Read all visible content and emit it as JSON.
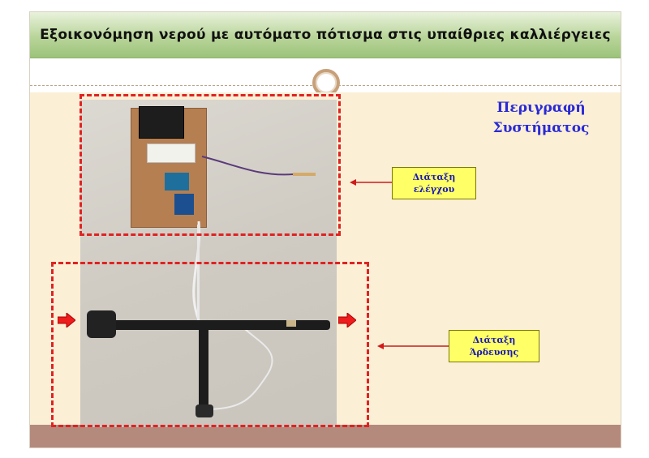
{
  "slide": {
    "title": "Εξοικονόμηση νερού με αυτόματο πότισμα στις υπαίθριες καλλιέργειες",
    "heading_line1": "Περιγραφή",
    "heading_line2": "Συστήματος"
  },
  "labels": {
    "control_line1": "Διάταξη",
    "control_line2": "ελέγχου",
    "irrigation_line1": "Διάταξη",
    "irrigation_line2": "Άρδευσης"
  },
  "colors": {
    "title_bar": "#9cc37a",
    "background": "#fbefd6",
    "bottom_bar": "#b48a7d",
    "heading_text": "#2a2ad6",
    "dashed_box": "#e02222",
    "label_fill": "#ffff66"
  },
  "icons": [
    "ring-ornament-icon",
    "flow-in-arrow-icon",
    "flow-out-arrow-icon"
  ]
}
